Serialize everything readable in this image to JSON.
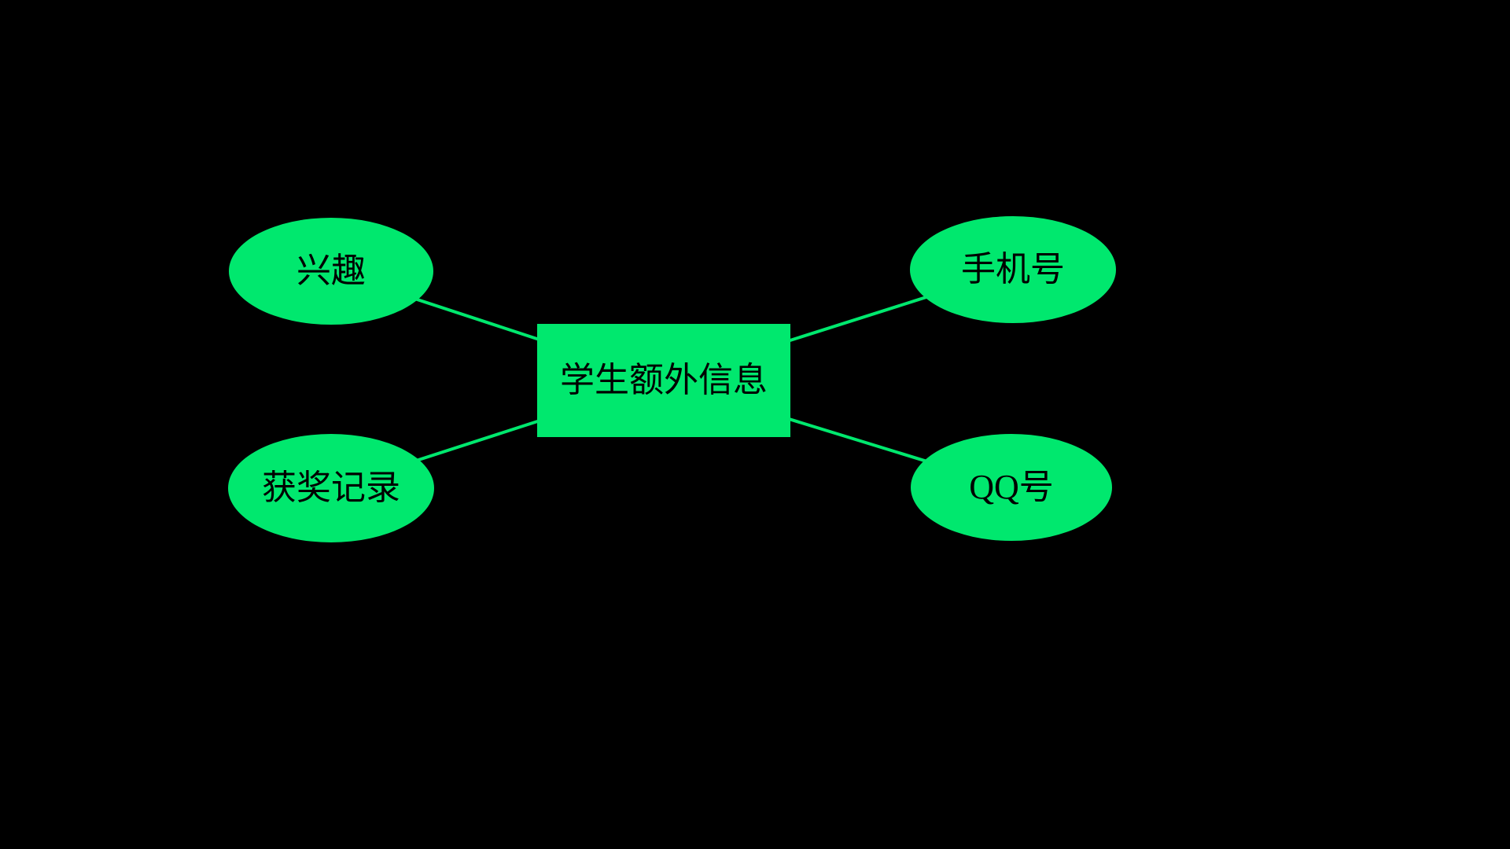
{
  "colors": {
    "background": "#000000",
    "shape_fill": "#00e86e",
    "line": "#00e86e",
    "text": "#000000"
  },
  "diagram": {
    "type": "er-attribute-diagram",
    "entity": {
      "label": "学生额外信息"
    },
    "attributes": [
      {
        "id": "interest",
        "label": "兴趣",
        "position": "top-left"
      },
      {
        "id": "award-records",
        "label": "获奖记录",
        "position": "bottom-left"
      },
      {
        "id": "phone-number",
        "label": "手机号",
        "position": "top-right"
      },
      {
        "id": "qq-number",
        "label": "QQ号",
        "position": "bottom-right"
      }
    ],
    "edges": [
      {
        "from": "interest",
        "to": "entity"
      },
      {
        "from": "award-records",
        "to": "entity"
      },
      {
        "from": "phone-number",
        "to": "entity"
      },
      {
        "from": "qq-number",
        "to": "entity"
      }
    ]
  }
}
